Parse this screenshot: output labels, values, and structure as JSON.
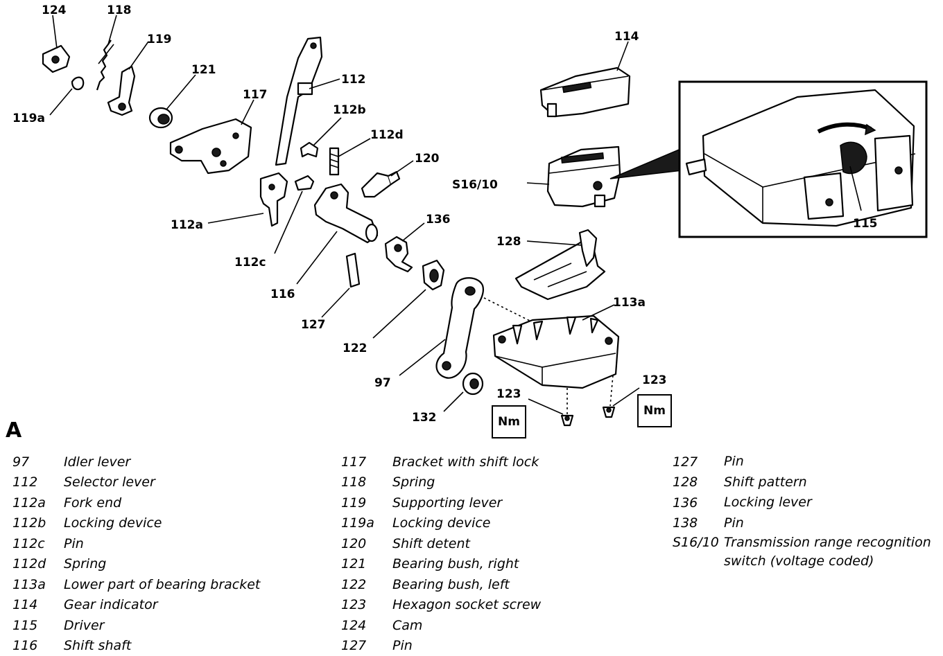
{
  "diagram": {
    "section_letter": "A",
    "callouts": {
      "c124": "124",
      "c118": "118",
      "c119": "119",
      "c121": "121",
      "c119a": "119a",
      "c117": "117",
      "c112": "112",
      "c112b": "112b",
      "c112d": "112d",
      "c120": "120",
      "c114": "114",
      "cS1610": "S16/10",
      "c115": "115",
      "c112a": "112a",
      "c112c": "112c",
      "c116": "116",
      "c136": "136",
      "c128": "128",
      "c127": "127",
      "c122": "122",
      "c113a": "113a",
      "c97": "97",
      "c123a": "123",
      "c123b": "123",
      "c132": "132"
    },
    "nm_label_1": "Nm",
    "nm_label_2": "Nm"
  },
  "legend": {
    "col1": [
      {
        "num": "97",
        "desc": "Idler lever"
      },
      {
        "num": "112",
        "desc": "Selector lever"
      },
      {
        "num": "112a",
        "desc": "Fork end"
      },
      {
        "num": "112b",
        "desc": "Locking device"
      },
      {
        "num": "112c",
        "desc": "Pin"
      },
      {
        "num": "112d",
        "desc": "Spring"
      },
      {
        "num": "113a",
        "desc": "Lower part of bearing bracket"
      },
      {
        "num": "114",
        "desc": "Gear indicator"
      },
      {
        "num": "115",
        "desc": "Driver"
      },
      {
        "num": "116",
        "desc": "Shift shaft"
      }
    ],
    "col2": [
      {
        "num": "117",
        "desc": "Bracket with shift lock"
      },
      {
        "num": "118",
        "desc": "Spring"
      },
      {
        "num": "119",
        "desc": "Supporting lever"
      },
      {
        "num": "119a",
        "desc": "Locking device"
      },
      {
        "num": "120",
        "desc": "Shift detent"
      },
      {
        "num": "121",
        "desc": "Bearing bush, right"
      },
      {
        "num": "122",
        "desc": "Bearing bush, left"
      },
      {
        "num": "123",
        "desc": "Hexagon socket screw"
      },
      {
        "num": "124",
        "desc": "Cam"
      },
      {
        "num": "127",
        "desc": "Pin"
      }
    ],
    "col3": [
      {
        "num": "127",
        "desc": "Pin"
      },
      {
        "num": "128",
        "desc": "Shift pattern"
      },
      {
        "num": "136",
        "desc": "Locking lever"
      },
      {
        "num": "138",
        "desc": "Pin"
      },
      {
        "num": "S16/10",
        "desc": "Transmission range recognition switch (voltage coded)"
      }
    ]
  }
}
